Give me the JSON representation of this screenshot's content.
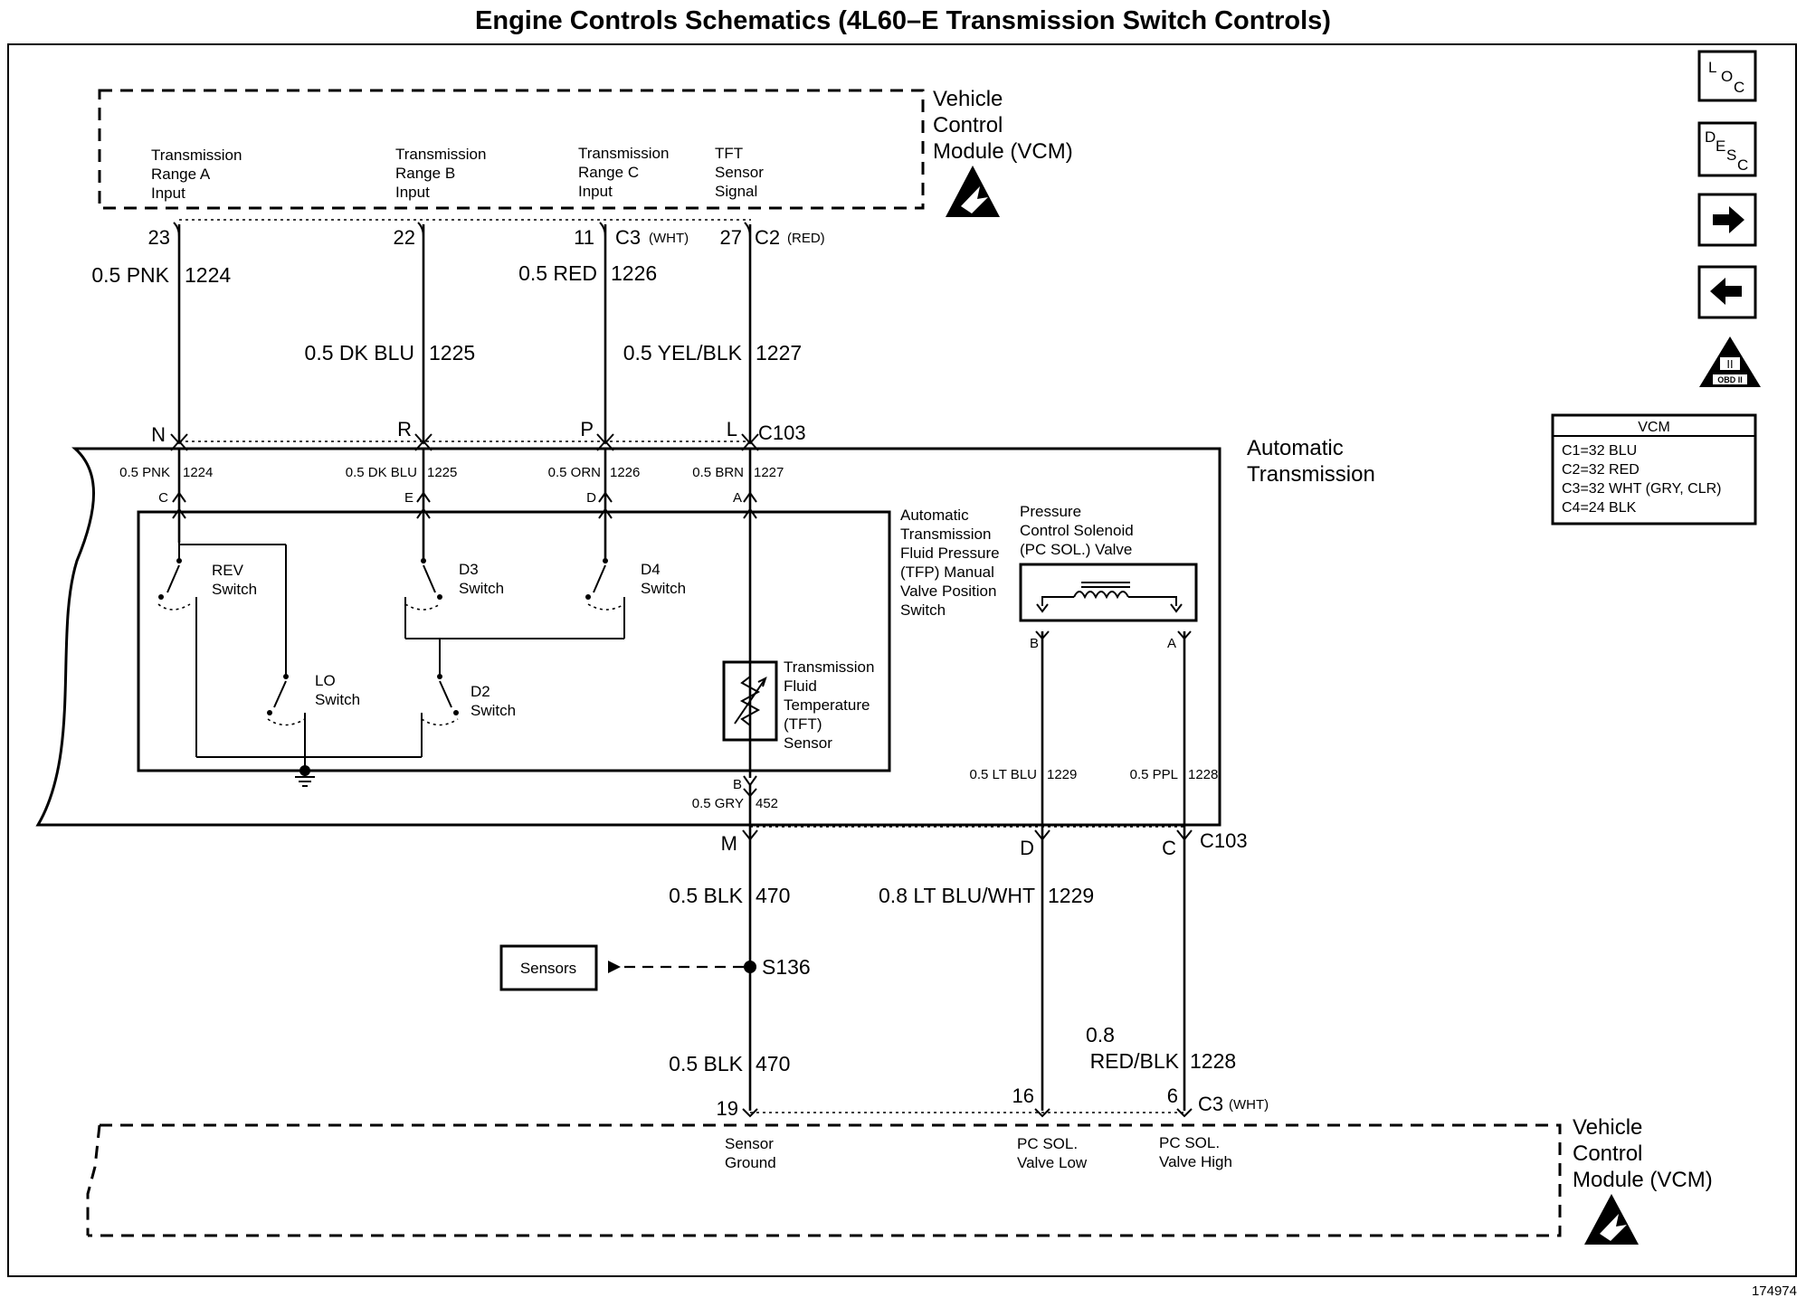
{
  "title": "Engine Controls Schematics (4L60–E Transmission Switch Controls)",
  "figure_number": "174974",
  "nav_buttons": {
    "loc": {
      "l1": "L",
      "l2": "O",
      "l3": "C",
      "icon": "loc-icon"
    },
    "desc": {
      "l1": "D",
      "l2": "E",
      "l3": "S",
      "l4": "C",
      "icon": "desc-icon"
    },
    "next": {
      "glyph": "➡",
      "icon": "arrow-right-icon"
    },
    "prev": {
      "glyph": "⬅",
      "icon": "arrow-left-icon"
    },
    "obd": {
      "label": "OBD II",
      "roman": "II",
      "icon": "obd-ii-icon"
    }
  },
  "vcm_legend": {
    "header": "VCM",
    "rows": [
      "C1=32 BLU",
      "C2=32 RED",
      "C3=32 WHT (GRY, CLR)",
      "C4=24 BLK"
    ]
  },
  "vcm_top": {
    "name_lines": [
      "Vehicle",
      "Control",
      "Module (VCM)"
    ],
    "inputs": [
      {
        "lines": [
          "Transmission",
          "Range A",
          "Input"
        ]
      },
      {
        "lines": [
          "Transmission",
          "Range B",
          "Input"
        ]
      },
      {
        "lines": [
          "Transmission",
          "Range C",
          "Input"
        ]
      },
      {
        "lines": [
          "TFT",
          "Sensor",
          "Signal"
        ]
      }
    ],
    "pins": [
      "23",
      "22",
      "11",
      "27"
    ],
    "connector_c3": "C3",
    "connector_c3_color": "(WHT)",
    "connector_c2": "C2",
    "connector_c2_color": "(RED)"
  },
  "top_wires": [
    {
      "size_color": "0.5 PNK",
      "circuit": "1224"
    },
    {
      "size_color": "0.5 DK BLU",
      "circuit": "1225"
    },
    {
      "size_color": "0.5 RED",
      "circuit": "1226"
    },
    {
      "size_color": "0.5 YEL/BLK",
      "circuit": "1227"
    }
  ],
  "c103_top": {
    "pins": [
      "N",
      "R",
      "P",
      "L"
    ],
    "name": "C103"
  },
  "transmission": {
    "name_lines": [
      "Automatic",
      "Transmission"
    ],
    "inner_wires": [
      {
        "label": "0.5 PNK",
        "circuit": "1224",
        "pin": "C"
      },
      {
        "label": "0.5 DK BLU",
        "circuit": "1225",
        "pin": "E"
      },
      {
        "label": "0.5 ORN",
        "circuit": "1226",
        "pin": "D"
      },
      {
        "label": "0.5 BRN",
        "circuit": "1227",
        "pin": "A"
      }
    ],
    "tfp_switch_lines": [
      "Automatic",
      "Transmission",
      "Fluid Pressure",
      "(TFP) Manual",
      "Valve Position",
      "Switch"
    ],
    "switches": {
      "rev": [
        "REV",
        "Switch"
      ],
      "d3": [
        "D3",
        "Switch"
      ],
      "d4": [
        "D4",
        "Switch"
      ],
      "lo": [
        "LO",
        "Switch"
      ],
      "d2": [
        "D2",
        "Switch"
      ]
    },
    "tft_sensor_lines": [
      "Transmission",
      "Fluid",
      "Temperature",
      "(TFT)",
      "Sensor"
    ],
    "tft_pin_b": "B",
    "tft_wire": {
      "label": "0.5 GRY",
      "circuit": "452"
    },
    "pc_solenoid_lines": [
      "Pressure",
      "Control Solenoid",
      "(PC SOL.) Valve"
    ],
    "pc_pins": [
      "B",
      "A"
    ],
    "pc_wires": [
      {
        "label": "0.5 LT BLU",
        "circuit": "1229"
      },
      {
        "label": "0.5 PPL",
        "circuit": "1228"
      }
    ]
  },
  "c103_bottom": {
    "pins": [
      "M",
      "D",
      "C"
    ],
    "name": "C103"
  },
  "bottom_wires": {
    "blk_upper": {
      "size_color": "0.5 BLK",
      "circuit": "470"
    },
    "blk_lower": {
      "size_color": "0.5 BLK",
      "circuit": "470"
    },
    "lt_blu_wht": {
      "size_color": "0.8 LT BLU/WHT",
      "circuit": "1229"
    },
    "red_blk": {
      "size_line1": "0.8",
      "size_line2": "RED/BLK",
      "circuit": "1228"
    }
  },
  "splice": {
    "name": "S136",
    "sensors_label": "Sensors"
  },
  "vcm_bottom": {
    "name_lines": [
      "Vehicle",
      "Control",
      "Module (VCM)"
    ],
    "pins": [
      "19",
      "16",
      "6"
    ],
    "connector": "C3",
    "connector_color": "(WHT)",
    "outputs": [
      {
        "lines": [
          "Sensor",
          "Ground"
        ]
      },
      {
        "lines": [
          "PC SOL.",
          "Valve Low"
        ]
      },
      {
        "lines": [
          "PC SOL.",
          "Valve High"
        ]
      }
    ]
  }
}
